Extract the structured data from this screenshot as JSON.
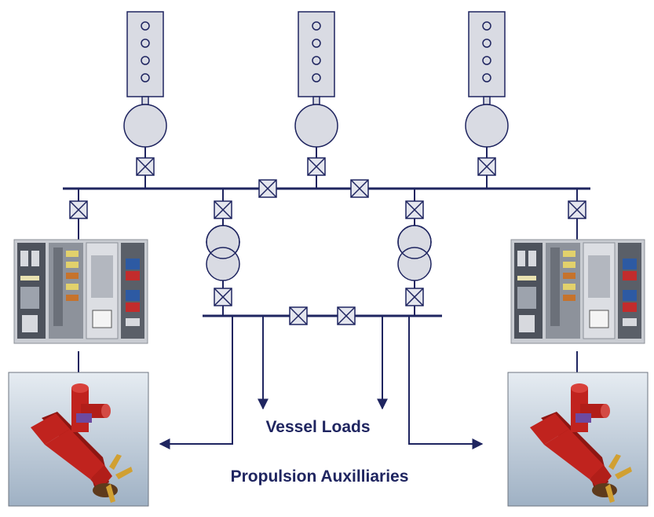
{
  "labels": {
    "vessel_loads": "Vessel Loads",
    "propulsion_auxiliaries": "Propulsion Auxilliaries"
  },
  "components": {
    "generator_sets": 3,
    "main_bus_breakers": 2,
    "transformers": 2,
    "low_voltage_bus_breakers": 2,
    "drive_cabinets": 2,
    "thrusters": 2
  },
  "colors": {
    "line": "#1f2560",
    "equipment_fill": "#d9dbe3",
    "breaker_fill": "#e4e6ee",
    "cabinet": "#c9ccd2",
    "thruster_red": "#c0231e",
    "thruster_bg": "#bcc9d6"
  }
}
